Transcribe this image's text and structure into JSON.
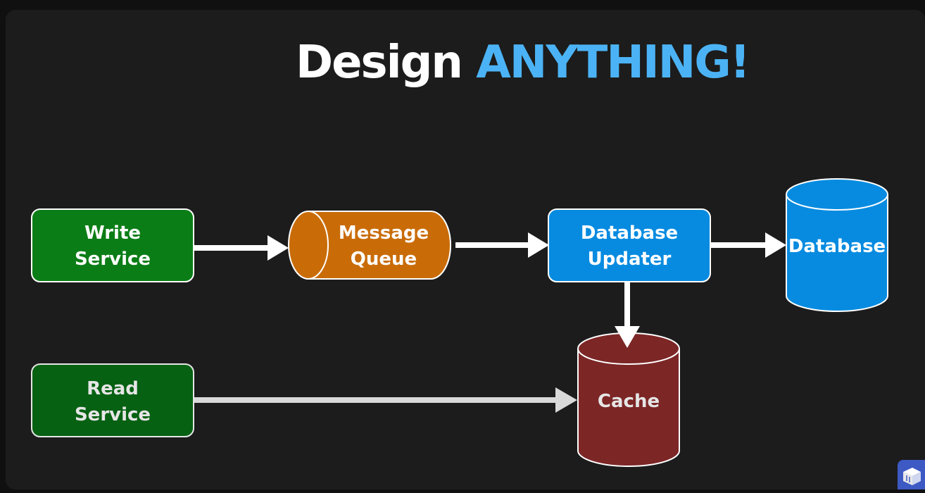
{
  "title": {
    "prefix": "Design",
    "accent": "ANYTHING!"
  },
  "colors": {
    "background": "#1c1c1c",
    "title_accent": "#4bb3f5",
    "service": "#0b7d16",
    "service_dark": "#066112",
    "queue": "#c96c08",
    "updater": "#078be0",
    "database": "#078be0",
    "cache": "#7c2626",
    "arrow": "#ffffff",
    "arrow_dim": "#d9d9d9"
  },
  "nodes": {
    "write_service": {
      "line1": "Write",
      "line2": "Service"
    },
    "read_service": {
      "line1": "Read",
      "line2": "Service"
    },
    "message_queue": {
      "line1": "Message",
      "line2": "Queue"
    },
    "database_updater": {
      "line1": "Database",
      "line2": "Updater"
    },
    "database": {
      "label": "Database"
    },
    "cache": {
      "label": "Cache"
    }
  },
  "edges": [
    {
      "from": "write_service",
      "to": "message_queue"
    },
    {
      "from": "message_queue",
      "to": "database_updater"
    },
    {
      "from": "database_updater",
      "to": "database"
    },
    {
      "from": "database_updater",
      "to": "cache"
    },
    {
      "from": "read_service",
      "to": "cache"
    }
  ],
  "badge_icon": "cube-icon"
}
